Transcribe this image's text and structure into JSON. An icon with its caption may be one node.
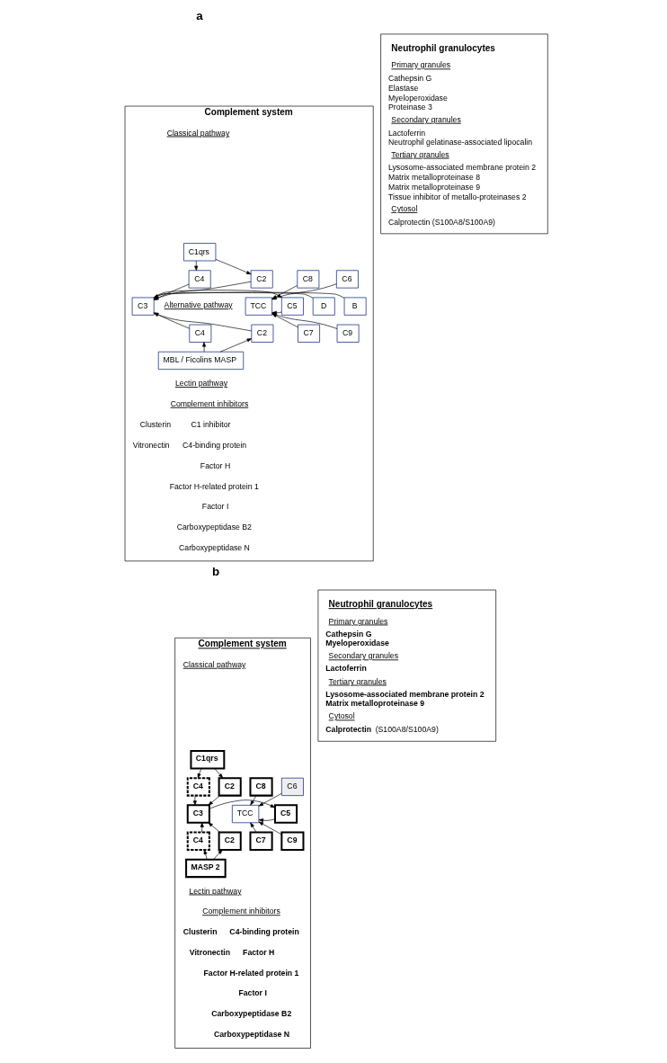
{
  "diagram": {
    "nodes": [
      {
        "text": [
          "Complement system"
        ]
      },
      {
        "text": [
          "C1qrs"
        ],
        "in": 0
      },
      {
        "text": [
          "C4"
        ],
        "in": 0
      },
      {
        "text": [
          "C2"
        ],
        "in": 0
      },
      {
        "text": [
          "B"
        ],
        "in": 0
      },
      {
        "text": [
          "C3"
        ],
        "in": 0
      },
      {
        "text": [
          "D"
        ],
        "in": 0
      },
      {
        "text": [
          "C5"
        ],
        "in": 0
      },
      {
        "text": [
          "C6"
        ],
        "in": 0
      },
      {
        "text": [
          "C8"
        ],
        "in": 0
      },
      {
        "text": [
          "TCC"
        ],
        "in": 0
      },
      {
        "text": [
          "C7"
        ],
        "in": 0
      },
      {
        "text": [
          "C9"
        ],
        "in": 0
      },
      {
        "text": [
          "C4"
        ],
        "in": 0
      },
      {
        "text": [
          "C2"
        ],
        "in": 0
      },
      {
        "text": [
          "MBL / Ficolins MASP"
        ],
        "in": 0
      },
      {
        "text": [
          "Neutrophil granulocytes",
          "Primary granules",
          "Cathepsin G",
          "Elastase",
          "Myeloperoxidase",
          "Proteinase 3",
          "Secondary granules",
          "Lactoferrin",
          "Neutrophil gelatinase-associated lipocalin",
          "Tertiary granules",
          "Lysosome-associated membrane protein 2",
          "Matrix metalloproteinase 8",
          "Matrix metalloproteinase 9",
          "Tissue inhibitor of metallo-proteinases 2",
          "Cytosol",
          "Calprotectin (S100A8/S100A9)"
        ]
      },
      {
        "text": [
          "Complement system"
        ]
      },
      {
        "text": [
          "C1qrs"
        ],
        "in": 17
      },
      {
        "text": [
          "C4"
        ],
        "in": 17
      },
      {
        "text": [
          "C2"
        ],
        "in": 17
      },
      {
        "text": [
          "C3"
        ],
        "in": 17
      },
      {
        "text": [
          "C5"
        ],
        "in": 17
      },
      {
        "text": [
          "C6"
        ],
        "in": 17
      },
      {
        "text": [
          "C8"
        ],
        "in": 17
      },
      {
        "text": [
          "TCC"
        ],
        "in": 17
      },
      {
        "text": [
          "C7"
        ],
        "in": 17
      },
      {
        "text": [
          "C9"
        ],
        "in": 17
      },
      {
        "text": [
          "C4"
        ],
        "in": 17
      },
      {
        "text": [
          "C2"
        ],
        "in": 17
      },
      {
        "text": [
          "MASP 2"
        ],
        "in": 17
      },
      {
        "text": [
          "Neutrophil granulocytes",
          "Primary granules",
          "Cathepsin G",
          "Myeloperoxidase",
          "Secondary granules",
          "Lactoferrin",
          "Tertiary granules",
          "Lysosome-associated membrane protein 2",
          "Matrix metalloproteinase 9",
          "Cytosol",
          "**Calprotectin** (S100A8/S100A9)"
        ]
      }
    ],
    "edges": [
      {
        "from": 1,
        "to": 2,
        "arrow": "to"
      },
      {
        "from": 1,
        "to": 3,
        "arrow": "to"
      },
      {
        "from": 2,
        "to": 5,
        "arrow": "to"
      },
      {
        "from": 3,
        "to": 5,
        "arrow": "to"
      },
      {
        "from": 4,
        "to": 5,
        "arrow": "to"
      },
      {
        "from": 6,
        "to": 5,
        "arrow": "to"
      },
      {
        "from": 13,
        "to": 5,
        "arrow": "to"
      },
      {
        "from": 14,
        "to": 5,
        "arrow": "to"
      },
      {
        "from": 15,
        "to": 13,
        "arrow": "to"
      },
      {
        "from": 15,
        "to": 14,
        "arrow": "to"
      },
      {
        "from": 5,
        "to": 7,
        "arrow": "to"
      },
      {
        "from": 7,
        "to": 10,
        "arrow": "to"
      },
      {
        "from": 8,
        "to": 10,
        "arrow": "to"
      },
      {
        "from": 11,
        "to": 10,
        "arrow": "to"
      },
      {
        "from": 9,
        "to": 10,
        "arrow": "to"
      },
      {
        "from": 12,
        "to": 10,
        "arrow": "to"
      },
      {
        "from": 18,
        "to": 19,
        "arrow": "to"
      },
      {
        "from": 18,
        "to": 20,
        "arrow": "to"
      },
      {
        "from": 19,
        "to": 21,
        "arrow": "to"
      },
      {
        "from": 20,
        "to": 21,
        "arrow": "to"
      },
      {
        "from": 28,
        "to": 21,
        "arrow": "to"
      },
      {
        "from": 29,
        "to": 21,
        "arrow": "to"
      },
      {
        "from": 30,
        "to": 28,
        "arrow": "to"
      },
      {
        "from": 30,
        "to": 29,
        "arrow": "to"
      },
      {
        "from": 21,
        "to": 22,
        "arrow": "to"
      },
      {
        "from": 22,
        "to": 25,
        "arrow": "to"
      },
      {
        "from": 23,
        "to": 25,
        "arrow": "to"
      },
      {
        "from": 26,
        "to": 25,
        "arrow": "to"
      },
      {
        "from": 24,
        "to": 25,
        "arrow": "to"
      },
      {
        "from": 27,
        "to": 25,
        "arrow": "to"
      }
    ],
    "labels": [
      "a",
      "Classical pathway",
      "Alternative pathway",
      "Lectin pathway",
      "Complement inhibitors",
      "C1 inhibitor",
      "C4-binding protein",
      "Factor H",
      "Factor H-related protein 1",
      "Factor I",
      "Carboxypeptidase B2",
      "Carboxypeptidase N",
      "Clusterin",
      "Vitronectin",
      "b",
      "Classical pathway",
      "Lectin pathway",
      "Complement inhibitors",
      "C4-binding protein",
      "Factor H",
      "Factor H-related protein 1",
      "Factor I",
      "Carboxypeptidase B2",
      "Carboxypeptidase N",
      "Clusterin",
      "Vitronectin"
    ]
  }
}
